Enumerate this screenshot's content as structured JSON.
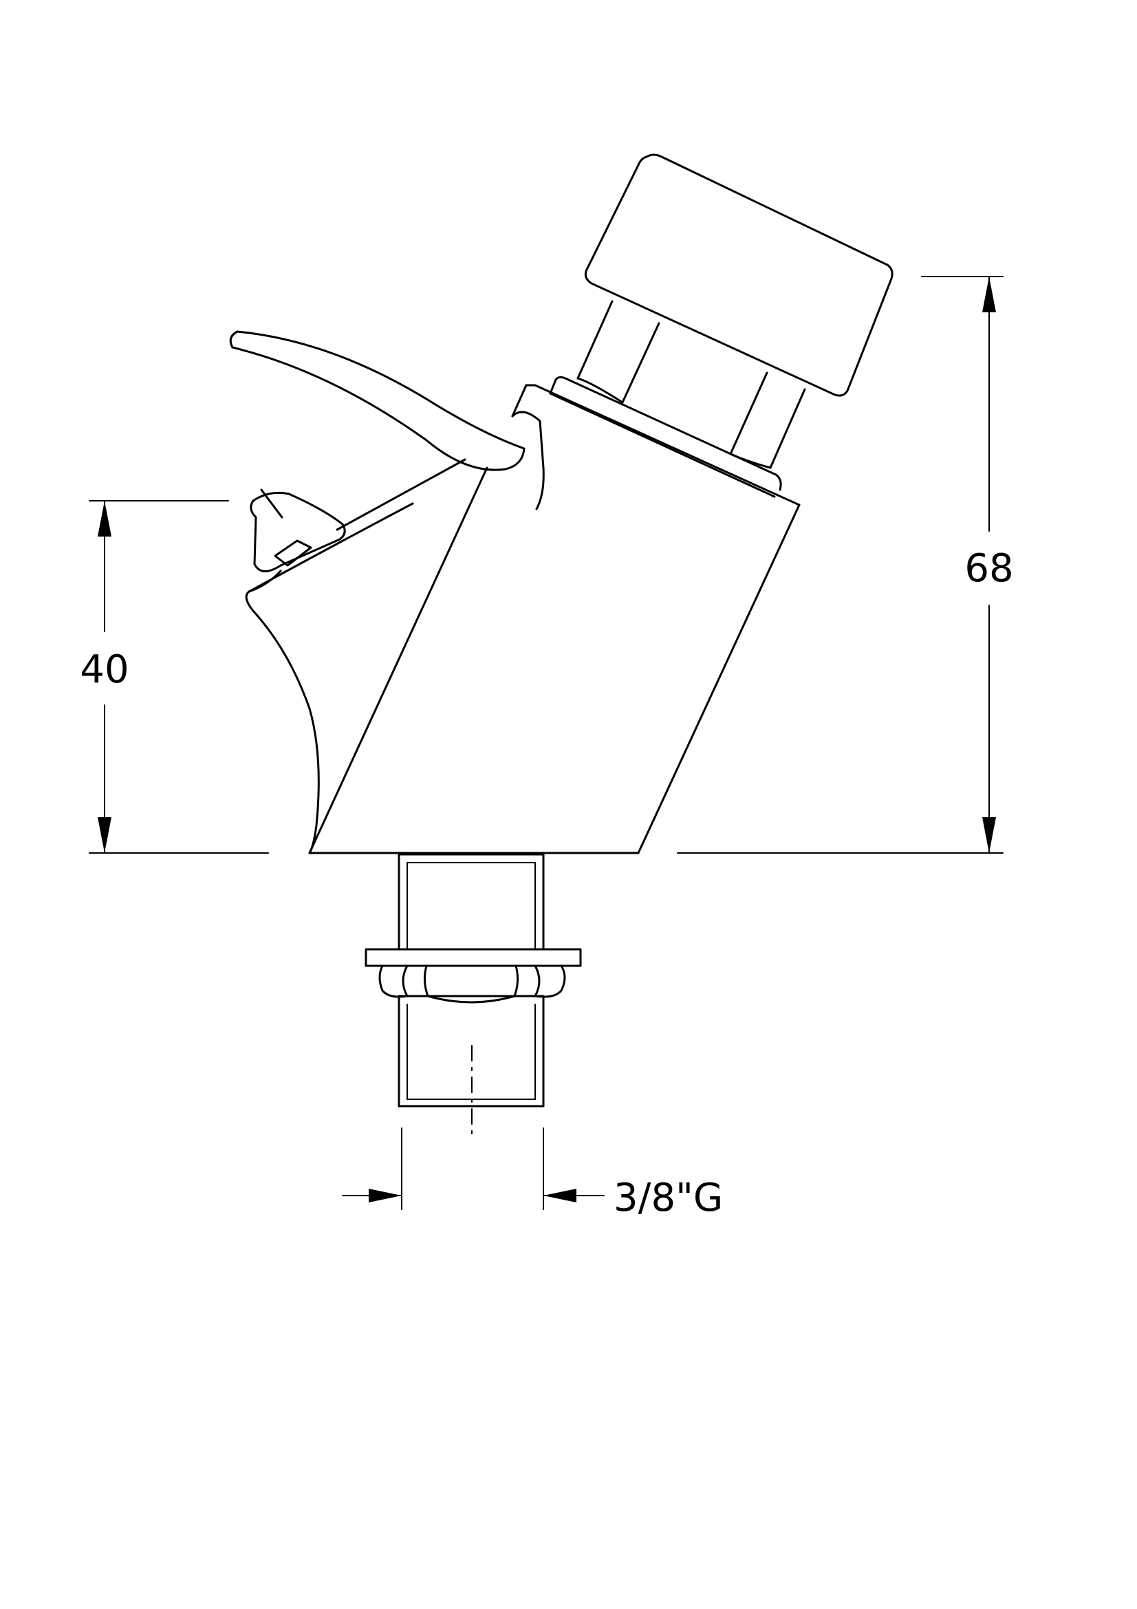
{
  "dimensions": {
    "overall_height": "68",
    "body_height": "40",
    "thread_size": "3/8\"G"
  },
  "colors": {
    "line": "#000000",
    "background": "#ffffff"
  }
}
